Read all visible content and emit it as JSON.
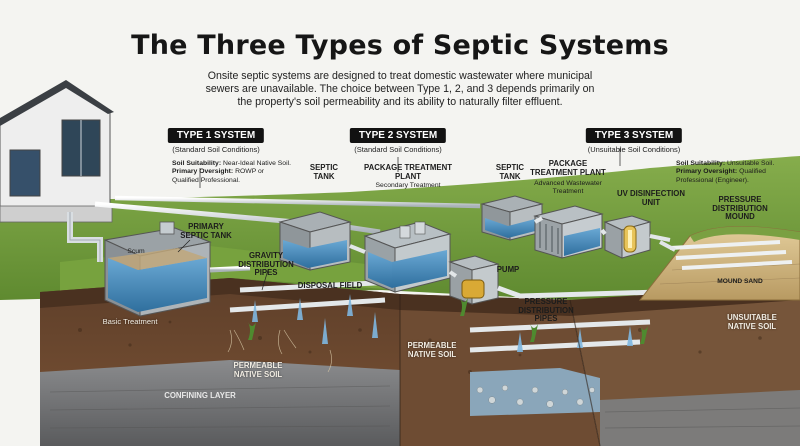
{
  "title": "The Three Types of Septic Systems",
  "intro": "Onsite septic systems are designed to treat domestic wastewater where municipal sewers are unavailable. The choice between Type 1, 2, and 3 depends primarily on the property's soil permeability and its ability to naturally filter effluent.",
  "systems": [
    {
      "title": "TYPE 1 SYSTEM",
      "subtitle": "(Standard Soil Conditions)",
      "suitability_label": "Soil Suitability:",
      "suitability": "Near-Ideal Native Soil.",
      "oversight_label": "Primary Oversight:",
      "oversight": "ROWP or Qualified Professional."
    },
    {
      "title": "TYPE 2 SYSTEM",
      "subtitle": "(Standard Soil Conditions)"
    },
    {
      "title": "TYPE 3 SYSTEM",
      "subtitle": "(Unsuitable Soil Conditions)",
      "suitability_label": "Soil Suitability:",
      "suitability": "Unsuitable Soil.",
      "oversight_label": "Primary Oversight:",
      "oversight": "Qualified Professional (Engineer)."
    }
  ],
  "labels": {
    "scum": "Scum",
    "primary_septic_tank": "PRIMARY SEPTIC TANK",
    "gravity_distribution_pipes": "GRAVITY DISTRIBUTION PIPES",
    "disposal_field": "DISPOSAL FIELD",
    "basic_treatment": "Basic Treatment",
    "permeable_native_soil_1": "PERMEABLE NATIVE SOIL",
    "confining_layer": "CONFINING LAYER",
    "septic_tank_2": "SEPTIC TANK",
    "package_treatment_plant_2": "PACKAGE TREATMENT PLANT",
    "secondary_treatment": "Secondary Treatment",
    "pump": "PUMP",
    "permeable_native_soil_2": "PERMEABLE NATIVE SOIL",
    "septic_tank_3": "SEPTIC TANK",
    "package_treatment_plant_3": "PACKAGE TREATMENT PLANT",
    "advanced_treatment": "Advanced Wastewater Treatment",
    "uv_unit": "UV DISINFECTION UNIT",
    "pressure_mound": "PRESSURE DISTRIBUTION MOUND",
    "mound_sand": "MOUND SAND",
    "pressure_pipes": "PRESSURE DISTRIBUTION PIPES",
    "unsuitable_native_soil": "UNSUITABLE NATIVE SOIL"
  },
  "colors": {
    "grass": "#6f9a3c",
    "soil": "#6b4a33",
    "water": "#4d8fbf",
    "bedrock": "#6d6e70",
    "mound_sand": "#d8bf8c"
  }
}
